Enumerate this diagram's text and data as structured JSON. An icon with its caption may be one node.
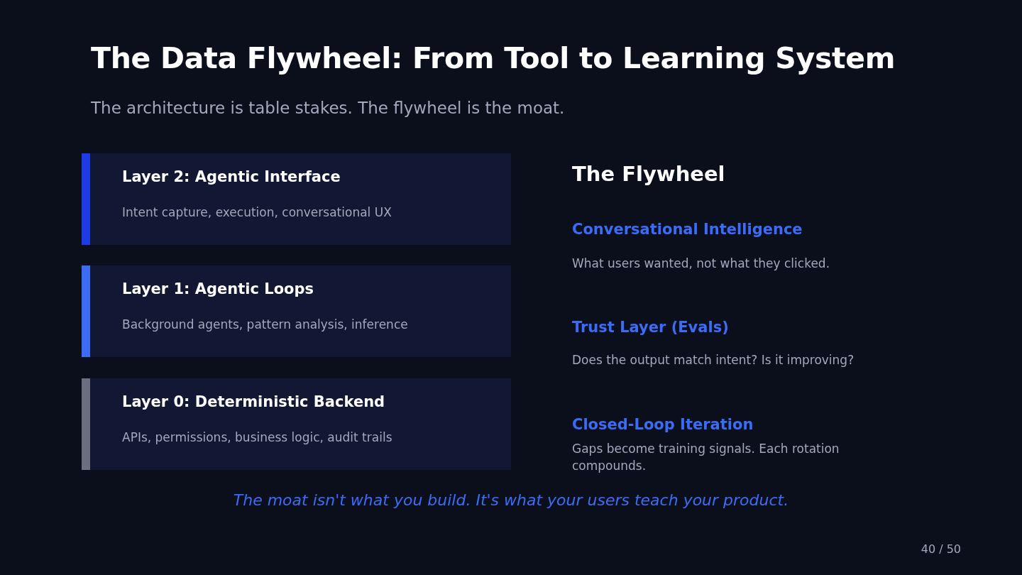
{
  "diagram": {
    "title": "The Data Flywheel: From Tool to Learning System",
    "caption": "The moat isn't what you build. It's what your users teach your product.",
    "nodes": [
      {
        "text": [
          "Layer 2: Agentic Interface",
          "Intent capture, execution, conversational UX"
        ]
      },
      {
        "text": [
          "Layer 1: Agentic Loops",
          "Background agents, pattern analysis, inference"
        ]
      },
      {
        "text": [
          "Layer 0: Deterministic Backend",
          "APIs, permissions, business logic, audit trails"
        ]
      }
    ],
    "labels": [
      "The architecture is table stakes. The flywheel is the moat.",
      "The Flywheel",
      "Conversational Intelligence",
      "What users wanted, not what they clicked.",
      "Trust Layer (Evals)",
      "Does the output match intent? Is it improving?",
      "Closed-Loop Iteration",
      "Gaps become training signals. Each rotation compounds.",
      "40 / 50"
    ]
  }
}
